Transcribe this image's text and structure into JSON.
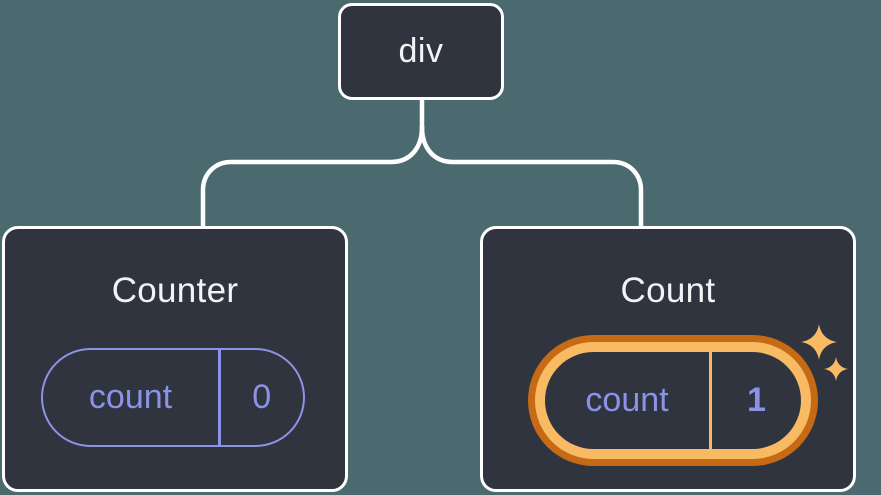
{
  "tree": {
    "root": {
      "label": "div"
    },
    "children": [
      {
        "title": "Counter",
        "state_name": "count",
        "state_value": "0",
        "highlighted": false
      },
      {
        "title": "Count",
        "state_name": "count",
        "state_value": "1",
        "highlighted": true
      }
    ]
  },
  "icons": {
    "highlight_sparkles": [
      "sparkle-icon",
      "sparkle-icon"
    ]
  },
  "colors": {
    "background": "#4A6A70",
    "box_fill": "#2F343E",
    "box_border": "#FFFFFF",
    "connector_line": "#FFFFFF",
    "title_text": "#F2F3F6",
    "state_purple": "#8A93E6",
    "highlight_light": "#F8BA63",
    "highlight_dark": "#C76A15"
  }
}
